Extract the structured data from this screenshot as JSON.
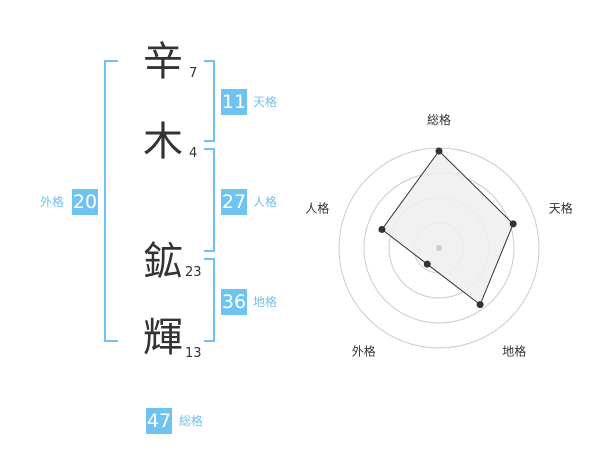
{
  "name": {
    "chars": [
      {
        "char": "辛",
        "strokes": "7"
      },
      {
        "char": "木",
        "strokes": "4"
      },
      {
        "char": "鉱",
        "strokes": "23"
      },
      {
        "char": "輝",
        "strokes": "13"
      }
    ]
  },
  "fortune": {
    "tenkaku": {
      "value": "11",
      "label": "天格"
    },
    "jinkaku": {
      "value": "27",
      "label": "人格"
    },
    "chikaku": {
      "value": "36",
      "label": "地格"
    },
    "gaikaku": {
      "value": "20",
      "label": "外格"
    },
    "soukaku": {
      "value": "47",
      "label": "総格"
    }
  },
  "colors": {
    "accent": "#6ec3f0",
    "text": "#333333"
  },
  "chart_data": {
    "type": "radar",
    "axes": [
      "総格",
      "天格",
      "地格",
      "外格",
      "人格"
    ],
    "values": [
      0.97,
      0.78,
      0.7,
      0.2,
      0.6
    ],
    "range": [
      0,
      1
    ],
    "rings": 4
  }
}
